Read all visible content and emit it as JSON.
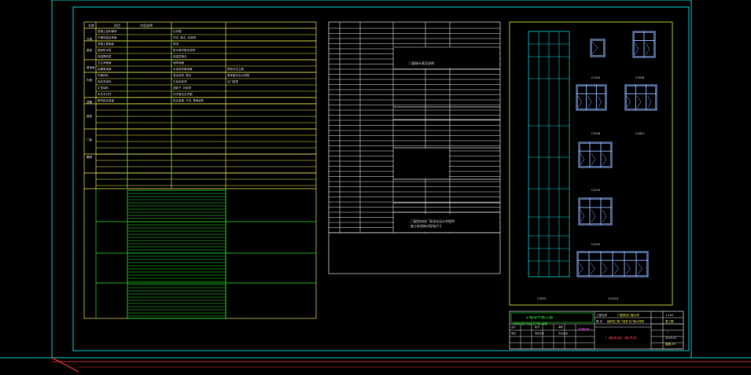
{
  "drawing": {
    "colors": {
      "background": "#000000",
      "frame": "#00d0d0",
      "table": "#e6e64a",
      "grid": "#22dd22",
      "white": "#e0e0e0",
      "window": "#8fb6ff",
      "magenta": "#ff44ff",
      "red": "#ff3333"
    }
  },
  "left_table": {
    "header": [
      "名称",
      "项目",
      "内容说明"
    ],
    "sections": [
      "外墙",
      "屋面",
      "楼地面",
      "内墙",
      "顶棚",
      "楼梯",
      "门窗",
      "踢脚"
    ],
    "rows": [
      "混凝土结构墙体",
      "外墙保温及饰面",
      "混凝土屋面板",
      "屋面防水层",
      "保温隔热层",
      "卫生间地面",
      "走廊楼地面",
      "内墙抹灰",
      "乳胶漆涂料",
      "平顶涂料",
      "木扶手栏杆",
      "断桥铝合金窗"
    ],
    "contents": [
      "见详图",
      "详见, 做法, 及说明",
      "现浇",
      "防水卷材做法说明",
      "保温层做法",
      "地砖地面",
      "水泥砂浆楼地面",
      "混合砂浆, 做法",
      "白色乳胶漆",
      "刮腻子, 乳胶漆",
      "扶手做法见详图",
      "铝合金窗, 中空, 玻璃说明"
    ],
    "remarks": [
      "",
      "",
      "",
      "",
      "",
      "",
      "颜色详见立面",
      "具体做法见大样图",
      "见门窗表",
      "",
      "",
      ""
    ]
  },
  "middle_table": {
    "note_upper": "门窗统计表及说明",
    "note_lower_1": "门窗型材由厂家深化设计并提供",
    "note_lower_2": "施工前须核对现场尺寸"
  },
  "window_details": {
    "labels": [
      "C1524",
      "C1818",
      "C2418",
      "C1821",
      "C1215",
      "C2415",
      "C3015",
      "LC4024"
    ]
  },
  "title_block": {
    "project": "工程设计施工图",
    "subtitle": "建筑施工图 门窗表 及门窗大样图",
    "drawing_name": "门窗表及门窗大样",
    "field_1": "工程名称",
    "field_2": "图 名",
    "sheet_no": "建施-09",
    "scale": "1:100",
    "stage": "施工图",
    "date": "2019.01",
    "version": "A",
    "signatures": [
      "设计",
      "校对",
      "审核",
      "审定",
      "项目负责",
      "专业负责"
    ],
    "seal": "出图章"
  }
}
